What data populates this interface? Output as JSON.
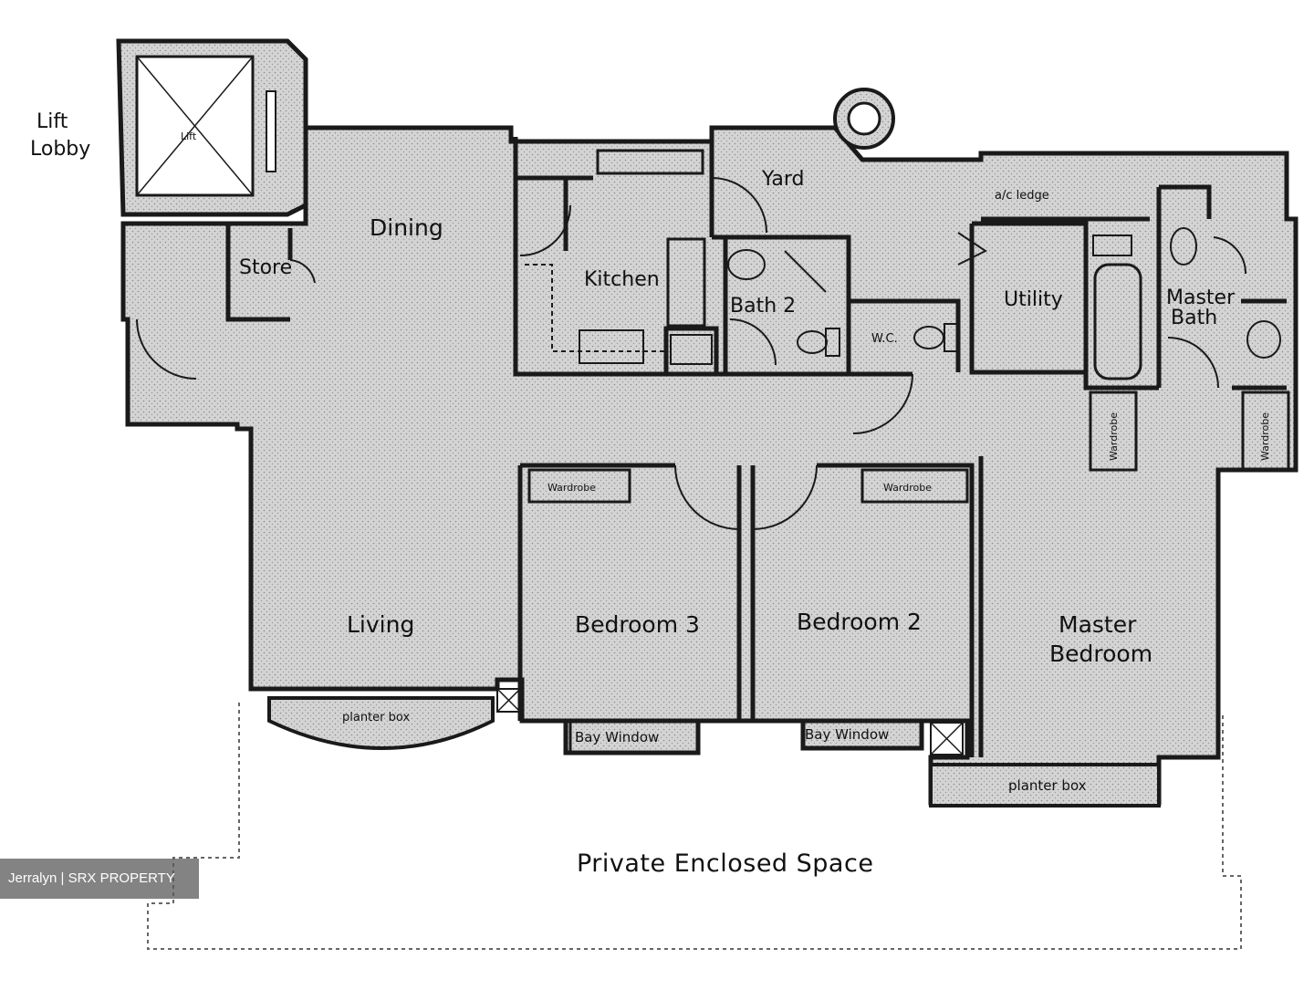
{
  "rooms": {
    "lift_lobby_line1": "Lift",
    "lift_lobby_line2": "Lobby",
    "lift": "Lift",
    "dining": "Dining",
    "store": "Store",
    "kitchen": "Kitchen",
    "yard": "Yard",
    "ac_ledge": "a/c ledge",
    "bath2": "Bath 2",
    "wc": "W.C.",
    "utility": "Utility",
    "master_bath_line1": "Master",
    "master_bath_line2": "Bath",
    "living": "Living",
    "bedroom3": "Bedroom 3",
    "bedroom2": "Bedroom 2",
    "master_bedroom_line1": "Master",
    "master_bedroom_line2": "Bedroom",
    "wardrobe": "Wardrobe",
    "planter_box": "planter box",
    "bay_window": "Bay Window",
    "private_enclosed_space": "Private Enclosed Space"
  },
  "watermark": "Jerralyn | SRX PROPERTY",
  "colors": {
    "wall": "#1a1a1a",
    "fill": "#dadada",
    "background": "#ffffff"
  }
}
